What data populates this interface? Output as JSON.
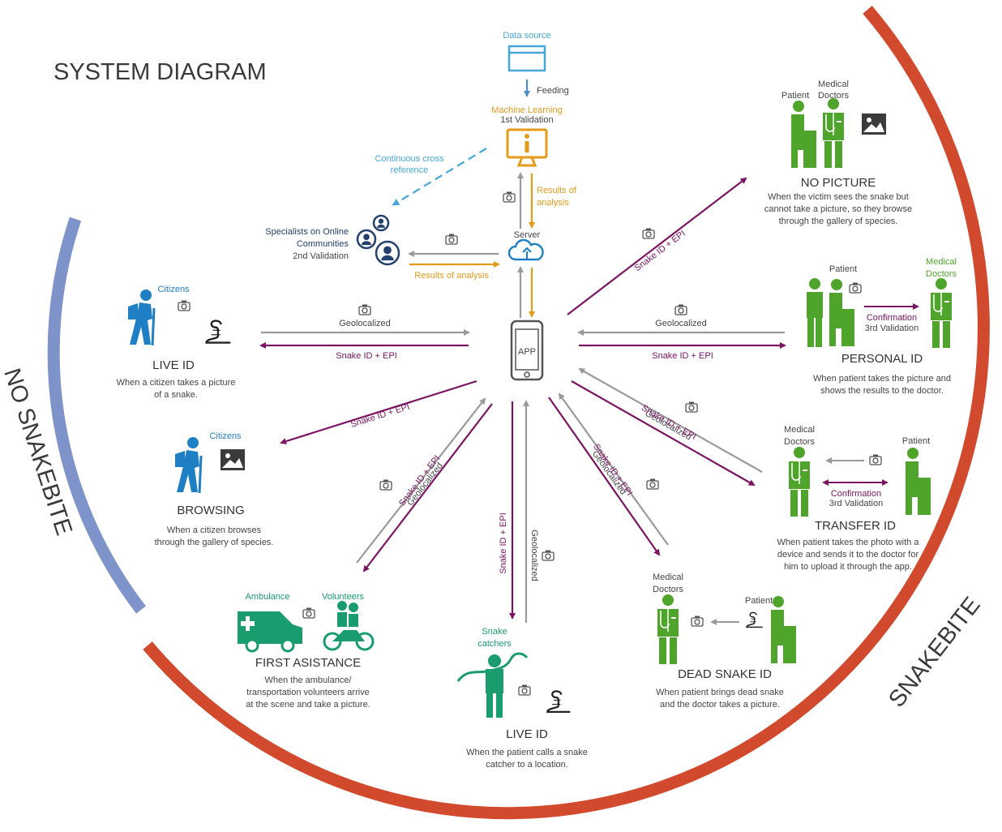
{
  "title": "SYSTEM DIAGRAM",
  "arcs": {
    "no_snakebite": "NO SNAKEBITE",
    "snakebite": "SNAKEBITE"
  },
  "colors": {
    "red_arc": "#d14a2e",
    "blue_arc": "#7d93c9",
    "purple": "#7b1463",
    "gray": "#9a9a9a",
    "orange": "#e69a1a",
    "green": "#4fa52b",
    "blue": "#1f7fc4",
    "teal": "#1a9d6e"
  },
  "center": {
    "app": "APP",
    "server": "Server",
    "data_source": "Data source",
    "feeding": "Feeding",
    "ml": "Machine Learning",
    "ml_sub": "1st Validation",
    "results_analysis": [
      "Results of",
      "analysis"
    ],
    "continuous": [
      "Continuous cross",
      "reference"
    ],
    "specialists": [
      "Specialists on Online",
      "Communities",
      "2nd Validation"
    ],
    "results_left": "Results of analysis"
  },
  "flows": {
    "geo": "Geolocalized",
    "snake": "Snake ID + EPI"
  },
  "nodes": {
    "no_picture": {
      "title": "NO PICTURE",
      "actors": [
        "Patient",
        "Medical",
        "Doctors"
      ],
      "desc": [
        "When the victim sees the snake but",
        "cannot take a picture, so they browse",
        "through the gallery of species."
      ]
    },
    "personal_id": {
      "title": "PERSONAL ID",
      "actors": [
        "Patient",
        "Medical",
        "Doctors"
      ],
      "confirm": [
        "Confirmation",
        "3rd Validation"
      ],
      "desc": [
        "When patient takes the picture and",
        "shows the results to the doctor."
      ]
    },
    "transfer_id": {
      "title": "TRANSFER ID",
      "actors": [
        "Medical",
        "Doctors",
        "Patient"
      ],
      "confirm": [
        "Confirmation",
        "3rd Validation"
      ],
      "desc": [
        "When patient takes the photo with a",
        "device and sends it to the doctor for",
        "him to upload it through the app."
      ]
    },
    "dead_snake": {
      "title": "DEAD SNAKE ID",
      "actors": [
        "Medical",
        "Doctors",
        "Patient"
      ],
      "desc": [
        "When patient brings dead snake",
        "and the doctor takes a picture."
      ]
    },
    "live_bottom": {
      "title": "LIVE ID",
      "actors": [
        "Snake",
        "catchers"
      ],
      "desc": [
        "When the patient calls a snake",
        "catcher to a location."
      ]
    },
    "first_aid": {
      "title": "FIRST ASISTANCE",
      "actors": [
        "Ambulance",
        "Volunteers"
      ],
      "desc": [
        "When the ambulance/",
        "transportation volunteers arrive",
        "at the scene and take a picture."
      ]
    },
    "browsing": {
      "title": "BROWSING",
      "actors": [
        "Citizens"
      ],
      "desc": [
        "When a citizen browses",
        "through the gallery of species."
      ]
    },
    "live_left": {
      "title": "LIVE ID",
      "actors": [
        "Citizens"
      ],
      "desc": [
        "When a citizen takes a picture",
        "of a snake."
      ]
    }
  }
}
